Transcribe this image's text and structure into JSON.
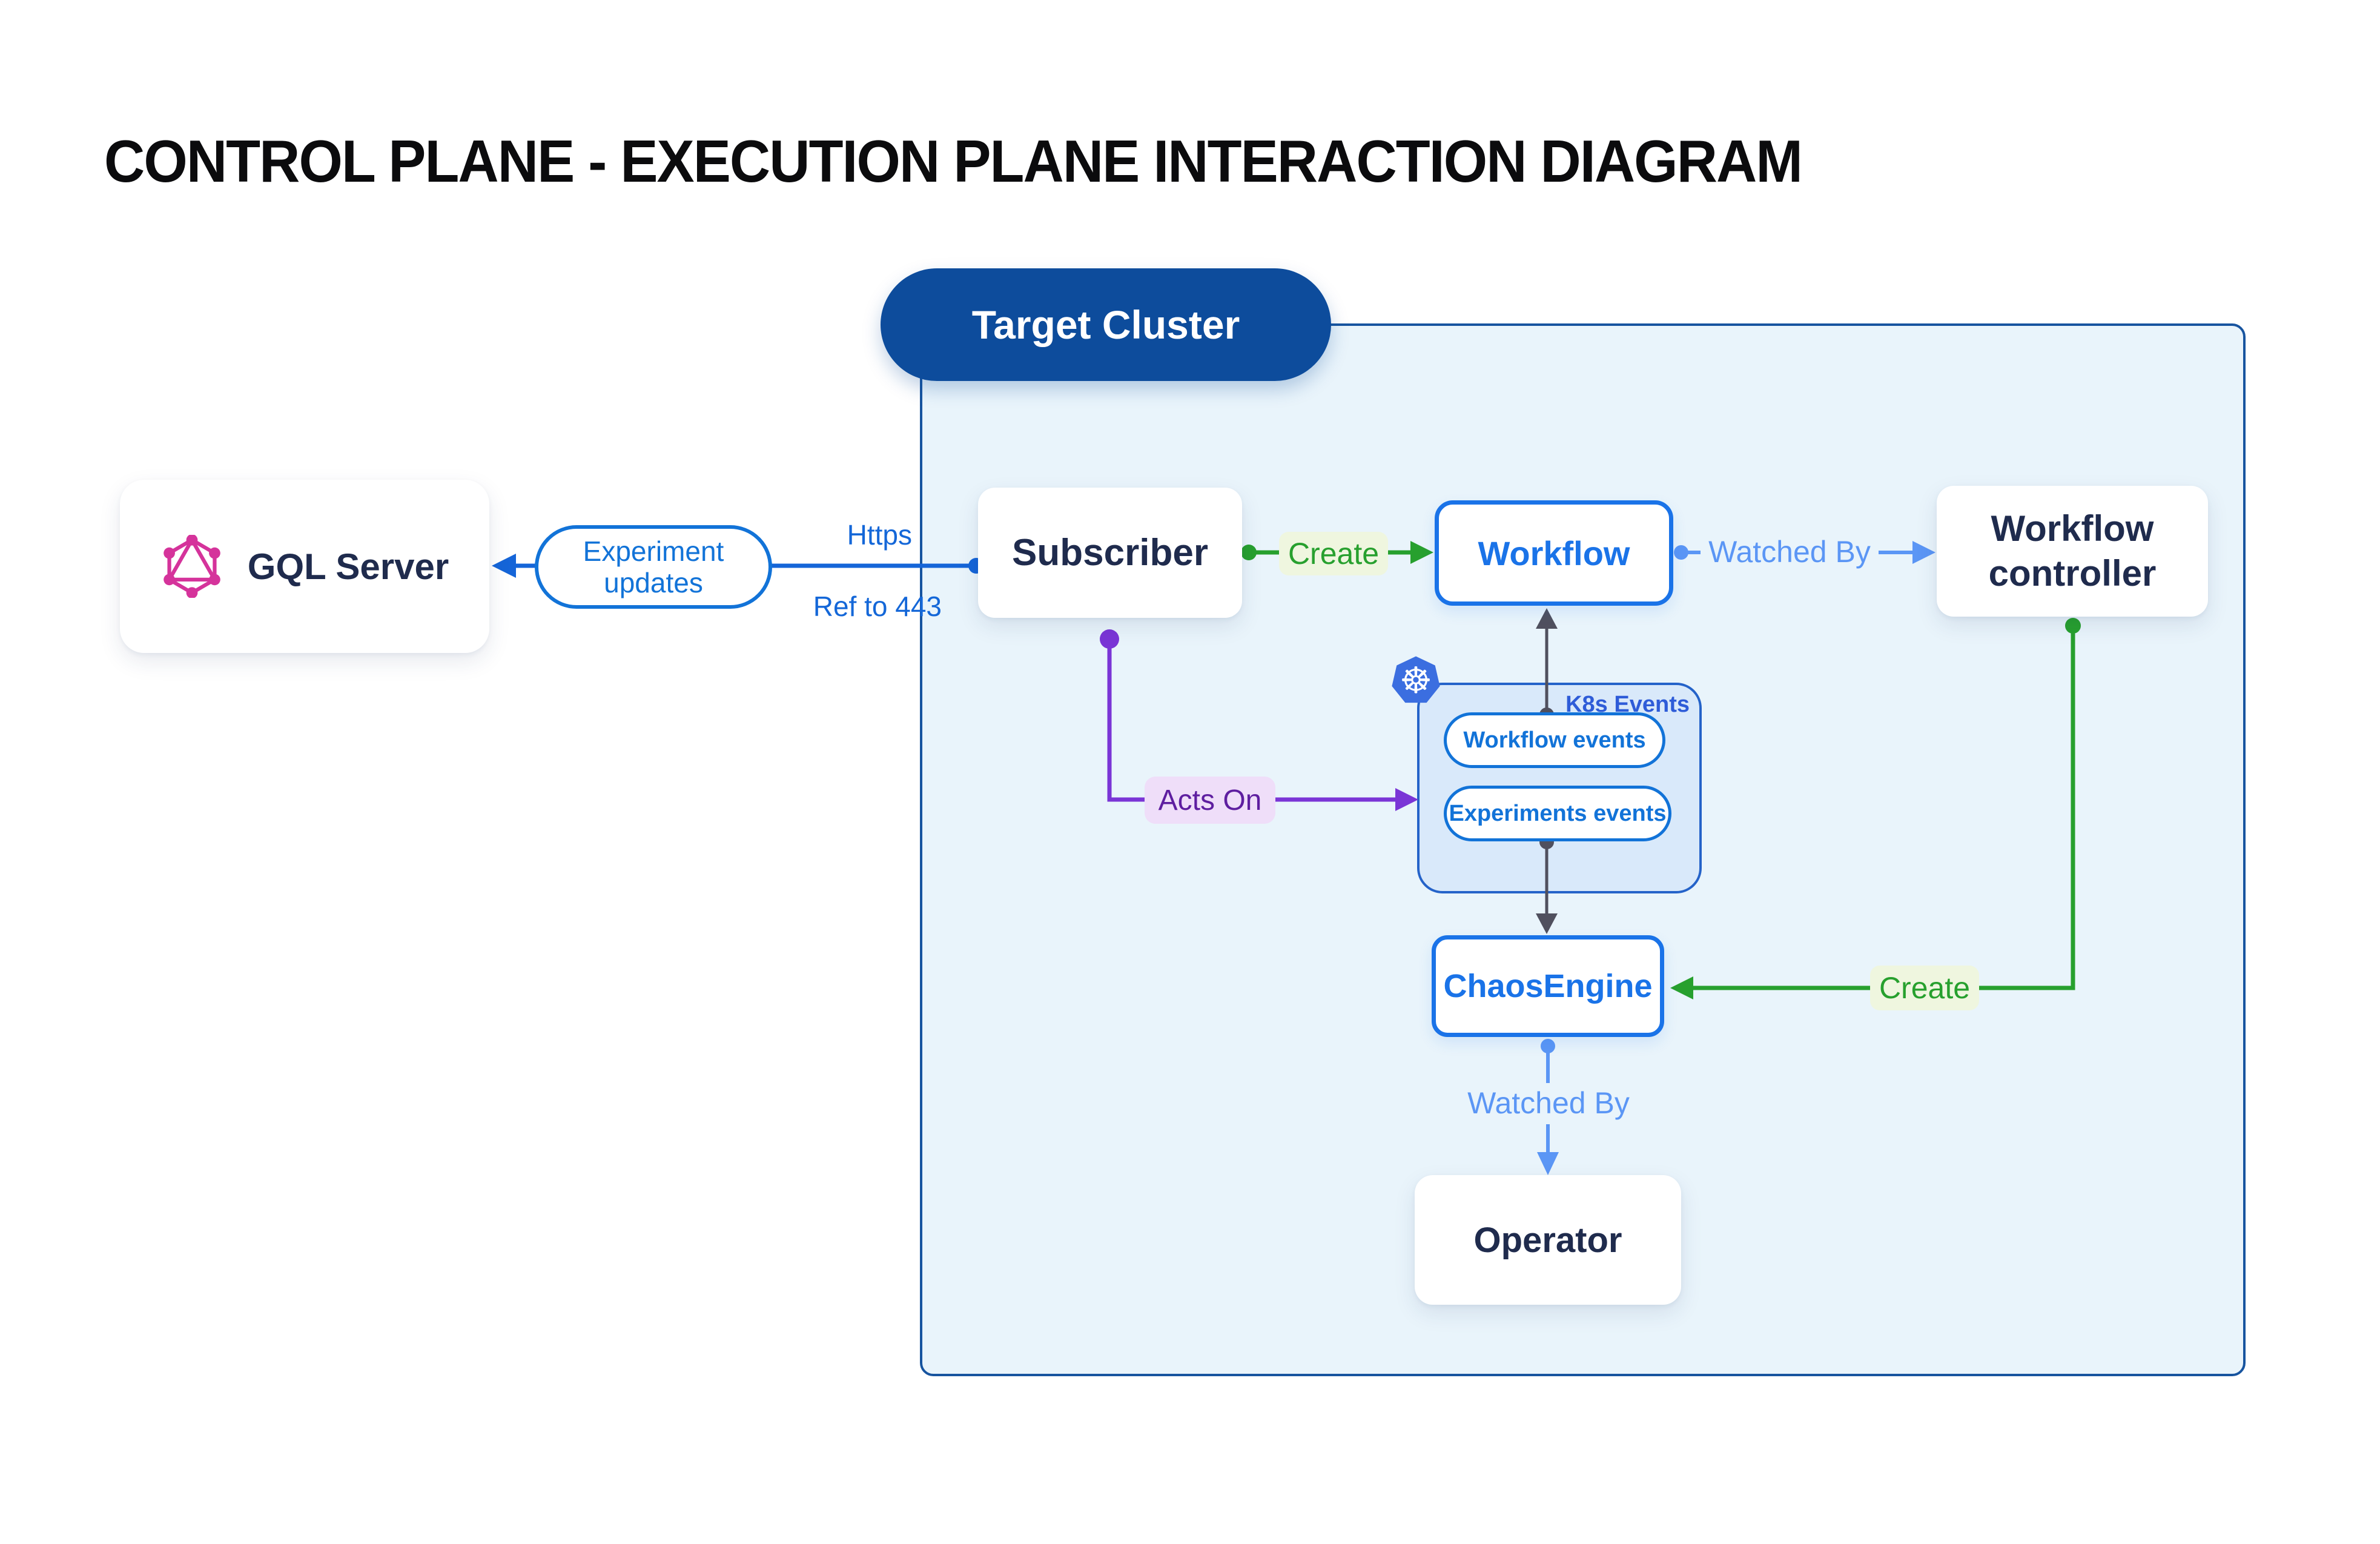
{
  "title": "CONTROL PLANE - EXECUTION PLANE INTERACTION DIAGRAM",
  "cluster": {
    "label": "Target Cluster",
    "k8s_events": {
      "title": "K8s Events",
      "items": [
        "Workflow events",
        "Experiments events"
      ]
    }
  },
  "nodes": {
    "gql_server": {
      "label": "GQL Server"
    },
    "subscriber": {
      "label": "Subscriber"
    },
    "workflow": {
      "label": "Workflow"
    },
    "workflow_controller": {
      "label": "Workflow controller"
    },
    "chaos_engine": {
      "label": "ChaosEngine"
    },
    "operator": {
      "label": "Operator"
    }
  },
  "edges": {
    "experiment_updates": {
      "label": "Experiment updates",
      "protocol": "Https",
      "port_ref": "Ref to 443"
    },
    "create_workflow": {
      "label": "Create"
    },
    "watched_by_controller": {
      "label": "Watched By"
    },
    "acts_on": {
      "label": "Acts On"
    },
    "create_chaosengine": {
      "label": "Create"
    },
    "watched_by_operator": {
      "label": "Watched By"
    }
  },
  "icons": {
    "kubernetes_glyph": "☸"
  },
  "colors": {
    "cluster_fill": "#e9f4fb",
    "cluster_border": "#17549f",
    "cluster_pill": "#0d4c9c",
    "navy_text": "#1f2b4d",
    "blue_primary": "#1565d8",
    "blue_box": "#1a73e8",
    "blue_light": "#5b96f5",
    "green": "#27a02e",
    "green_bg": "#eff6df",
    "purple": "#7a35d6",
    "purple_bg": "#efdef9",
    "gray_arrow": "#50505e",
    "k8s_fill": "#d9e9fa",
    "k8s_blue": "#3b6ee0",
    "graphql_pink": "#d5339b"
  }
}
